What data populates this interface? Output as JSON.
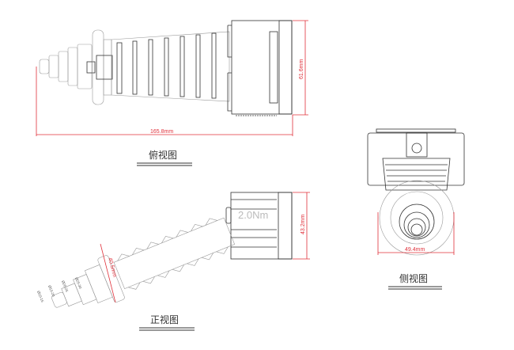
{
  "top_view": {
    "caption": "俯视图",
    "length_dim": "165.8mm",
    "width_dim": "61.6mm"
  },
  "front_view": {
    "caption": "正视图",
    "height_dim": "43.2mm",
    "flange_dim": "40.5mm",
    "torque_label": "2.0Nm",
    "step_labels": [
      "Ø25-30",
      "Ø20-25",
      "Ø15-20",
      "Ø10-15"
    ]
  },
  "side_view": {
    "caption": "侧视图",
    "diameter_dim": "49.4mm"
  },
  "colors": {
    "dimension": "#e0303a",
    "outline": "#333333"
  }
}
